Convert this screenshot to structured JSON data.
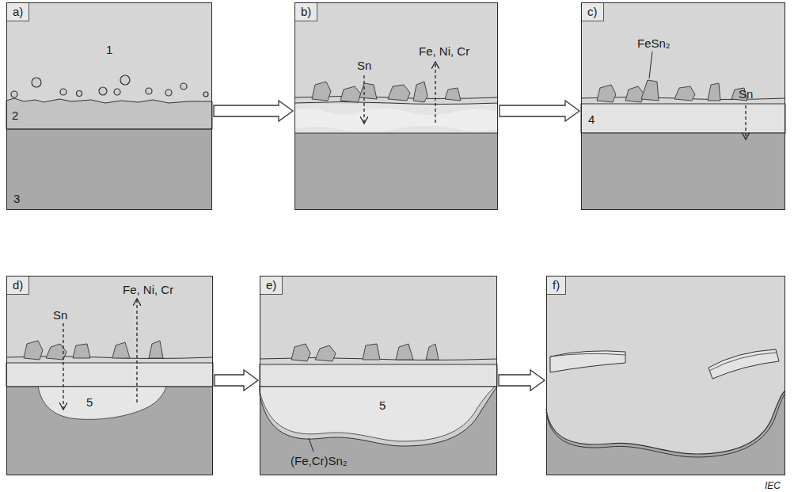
{
  "diagram": {
    "nodes": [
      {
        "text": [
          "a)"
        ]
      },
      {
        "text": [
          "b)"
        ]
      },
      {
        "text": [
          "c)"
        ]
      },
      {
        "text": [
          "d)"
        ]
      },
      {
        "text": [
          "e)"
        ]
      },
      {
        "text": [
          "f)"
        ]
      }
    ],
    "edges": [
      {
        "from": 0,
        "to": 1,
        "arrow": "to"
      },
      {
        "from": 1,
        "to": 2,
        "arrow": "to"
      },
      {
        "from": 3,
        "to": 4,
        "arrow": "to"
      },
      {
        "from": 4,
        "to": 5,
        "arrow": "to"
      }
    ],
    "labels": [
      "1",
      "2",
      "3",
      "Sn",
      "Fe, Ni, Cr",
      "FeSn₂",
      "Sn",
      "4",
      "Sn",
      "Fe, Ni, Cr",
      "5",
      "5",
      "(Fe,Cr)Sn₂",
      "IEC"
    ]
  }
}
